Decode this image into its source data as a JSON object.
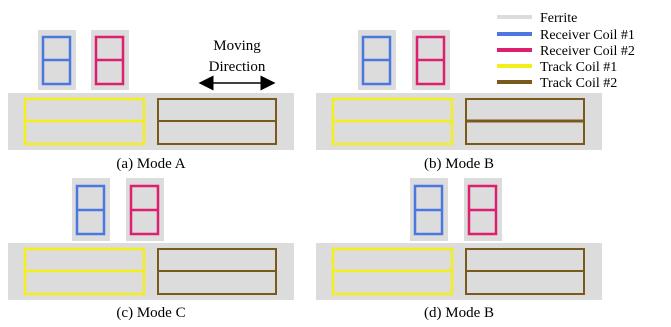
{
  "colors": {
    "ferrite": "#dcdcdc",
    "receiver_coil_1": "#4a78e0",
    "receiver_coil_2": "#dc1f6e",
    "track_coil_1": "#f4ee1a",
    "track_coil_2": "#7a5a1c"
  },
  "legend": {
    "ferrite": "Ferrite",
    "receiver_coil_1": "Receiver Coil #1",
    "receiver_coil_2": "Receiver Coil #2",
    "track_coil_1": "Track Coil #1",
    "track_coil_2": "Track Coil #2"
  },
  "annotation": {
    "line1": "Moving",
    "line2": "Direction"
  },
  "panels": {
    "a": {
      "caption": "(a) Mode A"
    },
    "b": {
      "caption": "(b) Mode B"
    },
    "c": {
      "caption": "(c) Mode C"
    },
    "d": {
      "caption": "(d) Mode B"
    }
  }
}
